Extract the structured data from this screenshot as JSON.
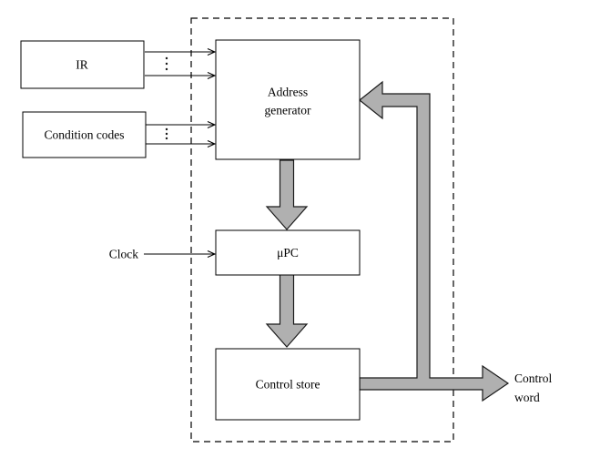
{
  "boxes": {
    "ir": {
      "label": "IR"
    },
    "condition_codes": {
      "label": "Condition codes"
    },
    "address_generator": {
      "label_line1": "Address",
      "label_line2": "generator"
    },
    "micro_pc": {
      "label": "μPC"
    },
    "control_store": {
      "label": "Control store"
    }
  },
  "external_labels": {
    "clock": "Clock",
    "control_word_line1": "Control",
    "control_word_line2": "word"
  },
  "colors": {
    "bus_arrow_fill": "#b0b0b0",
    "line": "#000000",
    "background": "#ffffff"
  }
}
